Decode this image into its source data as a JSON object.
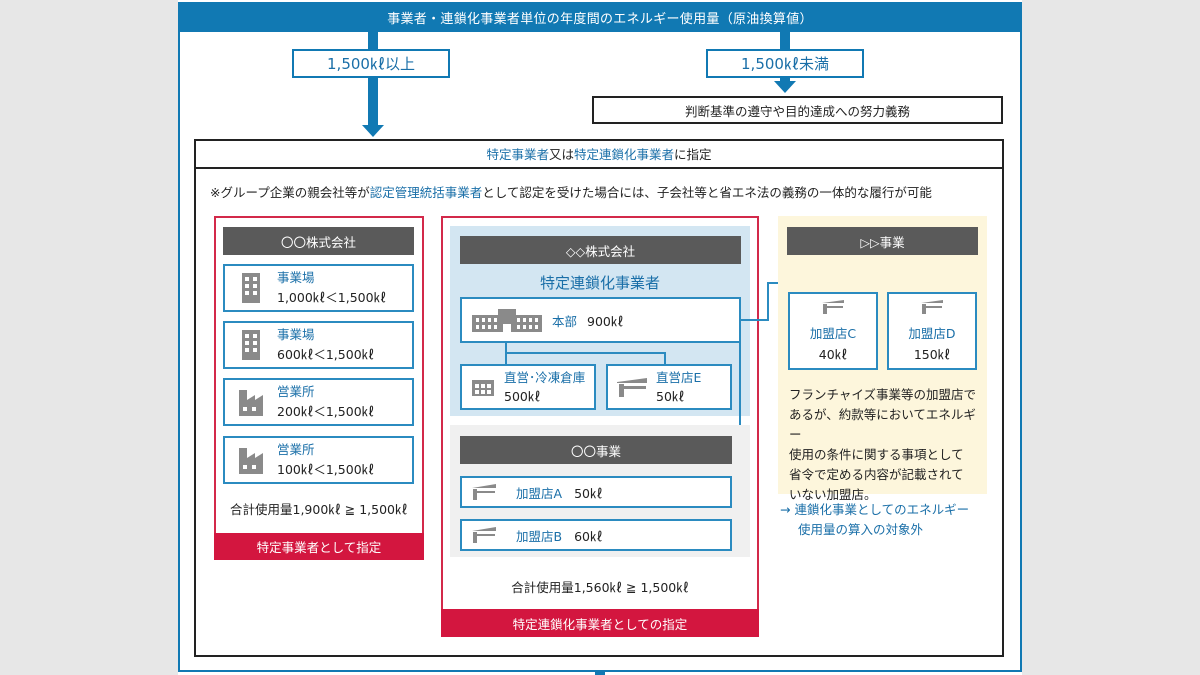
{
  "header": "事業者・連鎖化事業者単位の年度間のエネルギー使用量（原油換算値）",
  "threshold_high": "1,500㎘以上",
  "threshold_low": "1,500㎘未満",
  "low_result": "判断基準の遵守や目的達成への努力義務",
  "designation": {
    "part1": "特定事業者",
    "mid": "又は",
    "part2": "特定連鎖化事業者",
    "end": "に指定"
  },
  "note": {
    "pre": "※グループ企業の親会社等が",
    "link": "認定管理統括事業者",
    "post": "として認定を受けた場合には、子会社等と省エネ法の義務の一体的な履行が可能"
  },
  "company1": {
    "name": "〇〇株式会社",
    "sites": [
      {
        "icon": "building-icon",
        "type": "事業場",
        "value": "1,000㎘＜1,500㎘"
      },
      {
        "icon": "building-icon",
        "type": "事業場",
        "value": "600㎘＜1,500㎘"
      },
      {
        "icon": "factory-icon",
        "type": "営業所",
        "value": "200㎘＜1,500㎘"
      },
      {
        "icon": "factory-icon",
        "type": "営業所",
        "value": "100㎘＜1,500㎘"
      }
    ],
    "total": "合計使用量1,900㎘ ≧ 1,500㎘",
    "result": "特定事業者として指定"
  },
  "company2": {
    "name": "◇◇株式会社",
    "subtitle": "特定連鎖化事業者",
    "hq": {
      "label": "本部",
      "value": "900㎘"
    },
    "warehouse": {
      "label": "直営･冷凍倉庫",
      "value": "500㎘"
    },
    "storeE": {
      "label": "直営店E",
      "value": "50㎘"
    },
    "sub_business": "〇〇事業",
    "storeA": {
      "label": "加盟店A",
      "value": "50㎘"
    },
    "storeB": {
      "label": "加盟店B",
      "value": "60㎘"
    },
    "total": "合計使用量1,560㎘ ≧ 1,500㎘",
    "result": "特定連鎖化事業者としての指定"
  },
  "business3": {
    "name": "▷▷事業",
    "storeC": {
      "label": "加盟店C",
      "value": "40㎘"
    },
    "storeD": {
      "label": "加盟店D",
      "value": "150㎘"
    },
    "description": [
      "フランチャイズ事業等の加盟店で",
      "あるが、約款等においてエネルギー",
      "使用の条件に関する事項として",
      "省令で定める内容が記載されて",
      "いない加盟店。"
    ],
    "footnote": [
      "→ 連鎖化事業としてのエネルギー",
      "使用量の算入の対象外"
    ]
  },
  "colors": {
    "accent_blue": "#1179b3",
    "accent_red": "#d3163f",
    "gray": "#5a5a5a"
  }
}
